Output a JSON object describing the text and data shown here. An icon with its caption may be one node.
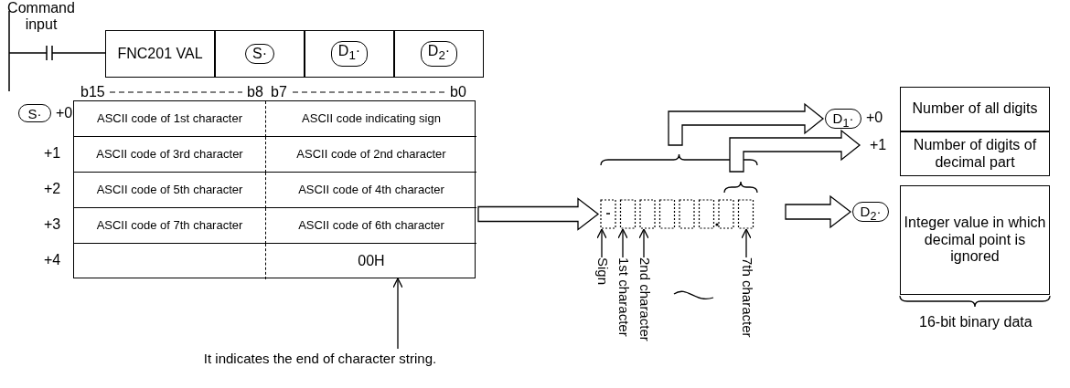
{
  "diagram": {
    "nodes": [
      {
        "text": [
          "FNC201 VAL"
        ]
      },
      {
        "text": [
          "S·"
        ]
      },
      {
        "text": [
          "D$_{1}$·"
        ]
      },
      {
        "text": [
          "D$_{2}$·"
        ]
      },
      {
        "text": [
          "S·"
        ],
        "beside": [
          "+0"
        ]
      },
      {
        "text": [],
        "shape": "box"
      },
      {
        "text": [
          "ASCII code of 1st character"
        ],
        "in": 5
      },
      {
        "text": [
          "ASCII code indicating sign"
        ],
        "in": 5
      },
      {
        "text": [
          "ASCII code of 3rd character"
        ],
        "in": 5
      },
      {
        "text": [
          "ASCII code of 2nd character"
        ],
        "in": 5
      },
      {
        "text": [
          "ASCII code of 5th character"
        ],
        "in": 5
      },
      {
        "text": [
          "ASCII code of 4th character"
        ],
        "in": 5
      },
      {
        "text": [
          "ASCII code of 7th character"
        ],
        "in": 5
      },
      {
        "text": [
          "ASCII code of 6th character"
        ],
        "in": 5
      },
      {
        "text": [],
        "shape": "box",
        "in": 5
      },
      {
        "text": [
          "00H"
        ],
        "in": 5
      },
      {
        "text": [],
        "shape": "picture"
      },
      {
        "text": [
          "D$_{1}$·"
        ],
        "beside": [
          "+0"
        ]
      },
      {
        "text": [
          "Number of all digits"
        ]
      },
      {
        "text": [
          "+1"
        ]
      },
      {
        "text": [
          "Number of digits of decimal part"
        ]
      },
      {
        "text": [
          "D$_{2}$·"
        ]
      },
      {
        "text": [
          "Integer value in which decimal point is ignored"
        ]
      },
      {
        "text": [
          "It indicates the end of character string."
        ]
      },
      {
        "text": [
          "Sign"
        ]
      },
      {
        "text": [
          "1st character"
        ]
      },
      {
        "text": [
          "2nd character"
        ]
      },
      {
        "text": [
          "7th character"
        ]
      }
    ],
    "edges": [
      {
        "from": 5,
        "to": 16,
        "arrow": "to"
      },
      {
        "from": 16,
        "to": 17,
        "arrow": "to"
      },
      {
        "from": 16,
        "to": 19,
        "arrow": "to"
      },
      {
        "from": 16,
        "to": 21,
        "arrow": "to"
      },
      {
        "from": 23,
        "to": 15,
        "arrow": "to"
      },
      {
        "from": 24,
        "to": 16,
        "arrow": "to"
      },
      {
        "from": 25,
        "to": 16,
        "arrow": "to"
      },
      {
        "from": 26,
        "to": 16,
        "arrow": "to"
      },
      {
        "from": 27,
        "to": 16,
        "arrow": "to"
      }
    ],
    "labels": [
      "Command input",
      "b15",
      "b8",
      "b7",
      "b0",
      "+1",
      "+2",
      "+3",
      "+4",
      "16-bit binary data"
    ]
  }
}
